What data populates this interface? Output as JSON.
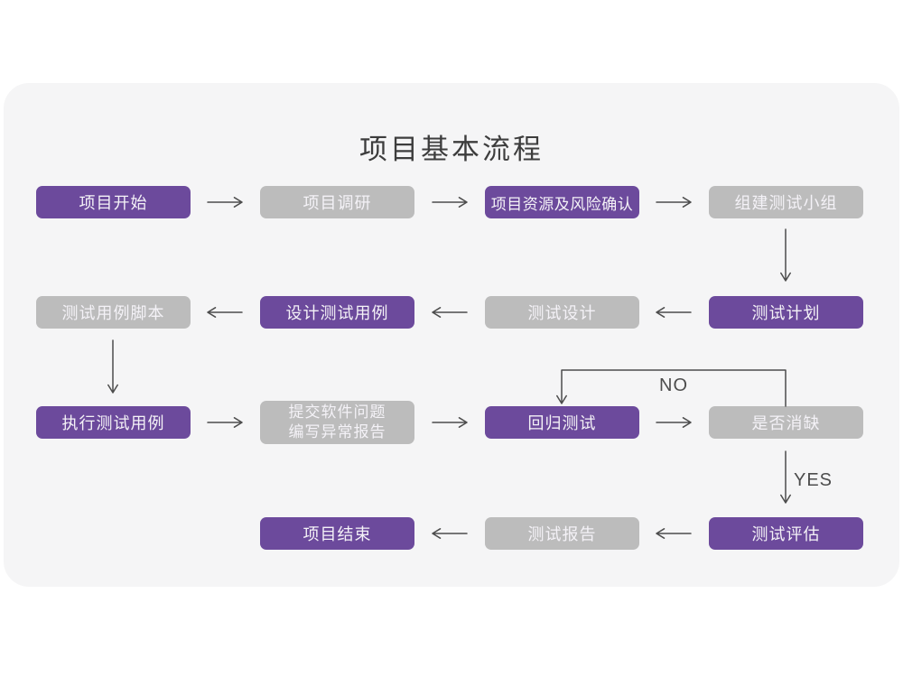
{
  "page": {
    "title": "项目基本流程"
  },
  "colors": {
    "accent_purple": "#6c4a9c",
    "node_gray": "#bcbcbc",
    "card_bg": "#f5f5f6",
    "arrow": "#4d4d4d",
    "title_text": "#3d3d3d",
    "node_text": "#f4f2f7"
  },
  "flowchart": {
    "nodes": [
      {
        "id": "project-start",
        "label": "项目开始",
        "variant": "purple"
      },
      {
        "id": "project-research",
        "label": "项目调研",
        "variant": "gray"
      },
      {
        "id": "risk-confirm",
        "label": "项目资源及风险确认",
        "variant": "purple"
      },
      {
        "id": "build-test-team",
        "label": "组建测试小组",
        "variant": "gray"
      },
      {
        "id": "test-plan",
        "label": "测试计划",
        "variant": "purple"
      },
      {
        "id": "test-design",
        "label": "测试设计",
        "variant": "gray"
      },
      {
        "id": "design-test-cases",
        "label": "设计测试用例",
        "variant": "purple"
      },
      {
        "id": "test-case-scripts",
        "label": "测试用例脚本",
        "variant": "gray"
      },
      {
        "id": "execute-test-cases",
        "label": "执行测试用例",
        "variant": "purple"
      },
      {
        "id": "submit-issues",
        "label_line1": "提交软件问题",
        "label_line2": "编写异常报告",
        "variant": "gray"
      },
      {
        "id": "regression-test",
        "label": "回归测试",
        "variant": "purple"
      },
      {
        "id": "defect-cleared",
        "label": "是否消缺",
        "variant": "gray"
      },
      {
        "id": "test-evaluate",
        "label": "测试评估",
        "variant": "purple"
      },
      {
        "id": "test-report",
        "label": "测试报告",
        "variant": "gray"
      },
      {
        "id": "project-end",
        "label": "项目结束",
        "variant": "purple"
      }
    ],
    "edge_labels": {
      "no": "NO",
      "yes": "YES"
    }
  }
}
